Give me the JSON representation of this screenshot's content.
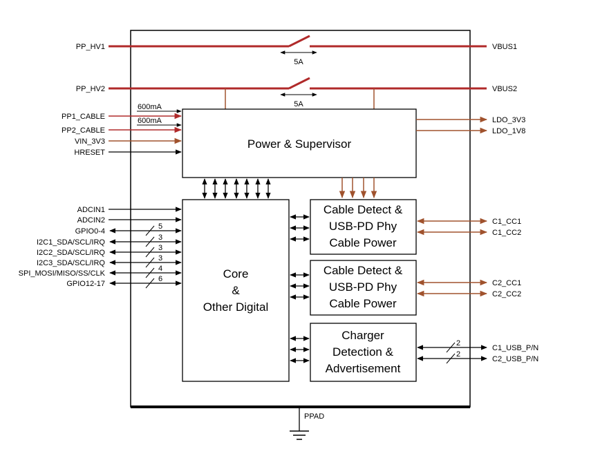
{
  "colors": {
    "high_voltage": "#b02a2a",
    "power": "#a0522d",
    "signal": "#000000"
  },
  "switches": {
    "sw1": {
      "in": "PP_HV1",
      "out": "VBUS1",
      "rating": "5A"
    },
    "sw2": {
      "in": "PP_HV2",
      "out": "VBUS2",
      "rating": "5A"
    }
  },
  "power_inputs": {
    "pp1_cable": "PP1_CABLE",
    "pp1_current": "600mA",
    "pp2_cable": "PP2_CABLE",
    "pp2_current": "600mA",
    "vin": "VIN_3V3",
    "hreset": "HRESET"
  },
  "ldo_outputs": {
    "ldo_3v3": "LDO_3V3",
    "ldo_1v8": "LDO_1V8"
  },
  "blocks": {
    "power": "Power & Supervisor",
    "core": [
      "Core",
      "&",
      "Other Digital"
    ],
    "cable1": [
      "Cable Detect &",
      "USB-PD Phy",
      "Cable Power"
    ],
    "cable2": [
      "Cable Detect &",
      "USB-PD Phy",
      "Cable Power"
    ],
    "charger": [
      "Charger",
      "Detection &",
      "Advertisement"
    ]
  },
  "digital_pins": {
    "adcin1": "ADCIN1",
    "adcin2": "ADCIN2",
    "gpio0_4": {
      "name": "GPIO0-4",
      "width": "5"
    },
    "i2c1": {
      "name": "I2C1_SDA/SCL/IRQ",
      "width": "3"
    },
    "i2c2": {
      "name": "I2C2_SDA/SCL/IRQ",
      "width": "3"
    },
    "i2c3": {
      "name": "I2C3_SDA/SCL/IRQ",
      "width": "3"
    },
    "spi": {
      "name": "SPI_MOSI/MISO/SS/CLK",
      "width": "4"
    },
    "gpio12_17": {
      "name": "GPIO12-17",
      "width": "6"
    }
  },
  "cc_pins": {
    "c1_cc1": "C1_CC1",
    "c1_cc2": "C1_CC2",
    "c2_cc1": "C2_CC1",
    "c2_cc2": "C2_CC2"
  },
  "usb_pins": {
    "c1_usb": {
      "name": "C1_USB_P/N",
      "width": "2"
    },
    "c2_usb": {
      "name": "C2_USB_P/N",
      "width": "2"
    }
  },
  "ground": "PPAD"
}
